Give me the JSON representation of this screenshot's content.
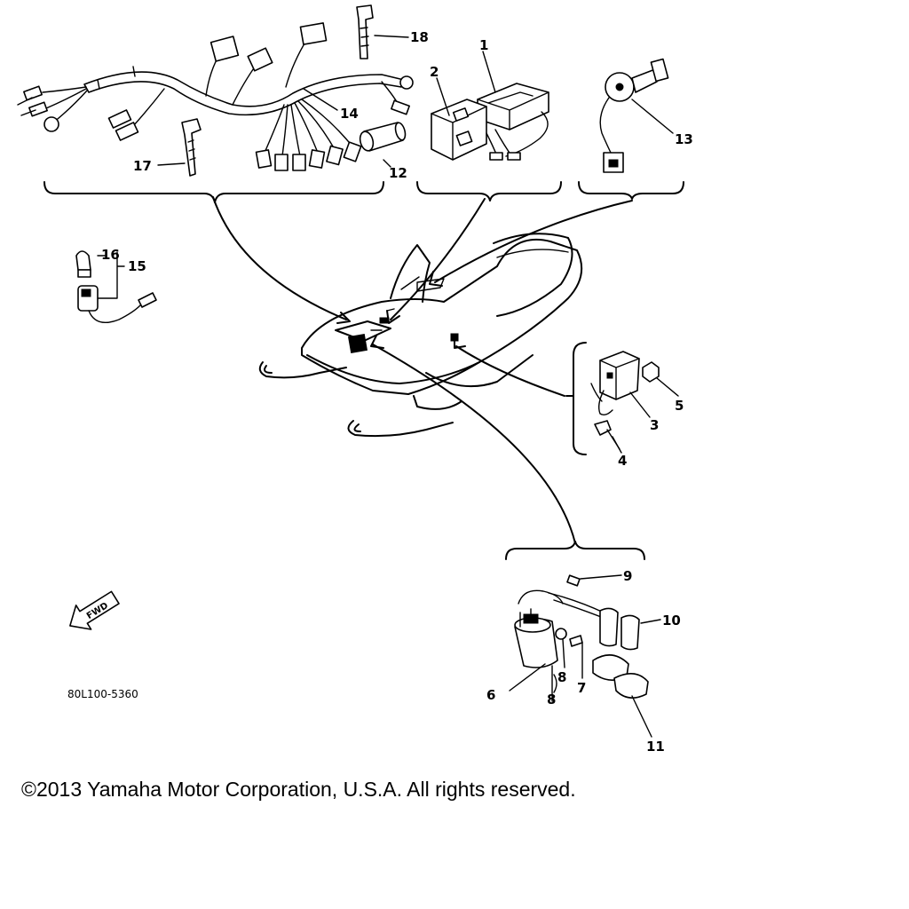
{
  "callouts": {
    "c1": "1",
    "c2": "2",
    "c3": "3",
    "c4": "4",
    "c5": "5",
    "c6": "6",
    "c7": "7",
    "c8a": "8",
    "c8b": "8",
    "c9": "9",
    "c10": "10",
    "c11": "11",
    "c12": "12",
    "c13": "13",
    "c14": "14",
    "c15": "15",
    "c16": "16",
    "c17": "17",
    "c18": "18"
  },
  "fwd_label": "FWD",
  "drawing_code": "80L100-5360",
  "copyright": "©2013 Yamaha Motor Corporation, U.S.A. All rights reserved."
}
